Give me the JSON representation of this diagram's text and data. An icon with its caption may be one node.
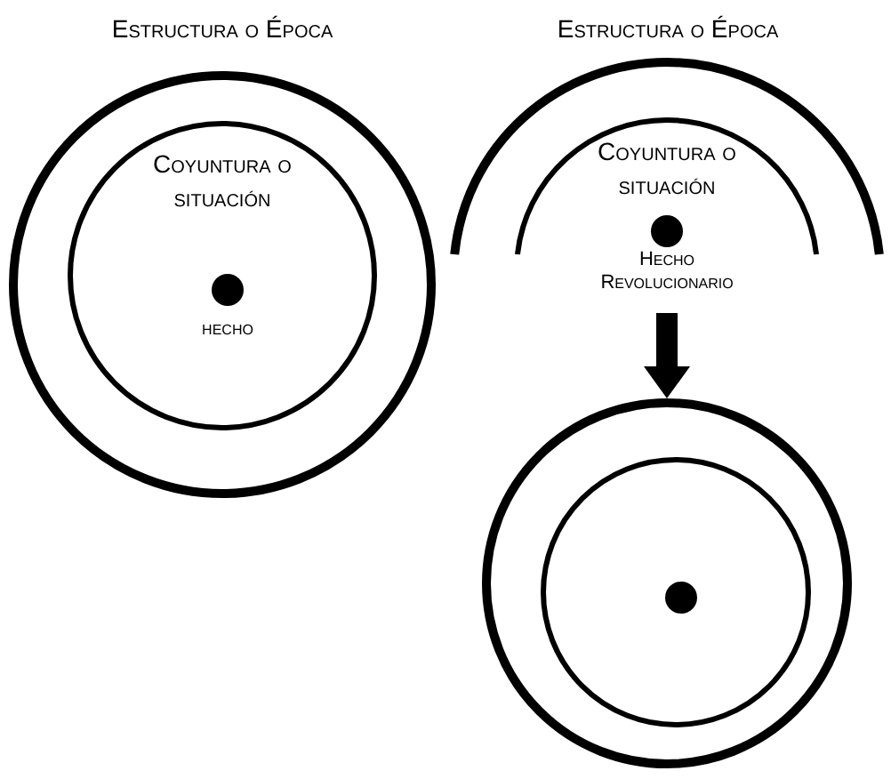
{
  "diagram": {
    "nodes": [
      {
        "text": [
          "Estructura o Época"
        ]
      },
      {
        "text": [
          "Coyuntura o situación"
        ],
        "in": 0
      },
      {
        "text": [],
        "shape": "circle",
        "in": 1,
        "beside": [
          "hecho"
        ]
      },
      {
        "text": [
          "Estructura o Época"
        ]
      },
      {
        "text": [
          "Coyuntura o situación"
        ],
        "in": 3
      },
      {
        "text": [],
        "shape": "circle",
        "in": 4,
        "beside": [
          "Hecho Revolucionario"
        ]
      },
      {
        "text": [],
        "shape": "circle"
      },
      {
        "text": [],
        "shape": "circle",
        "in": 6
      },
      {
        "text": [],
        "shape": "circle",
        "in": 7
      }
    ],
    "edges": [
      {
        "from": 5,
        "to": 6,
        "arrow": "to",
        "style": "thick"
      }
    ]
  }
}
